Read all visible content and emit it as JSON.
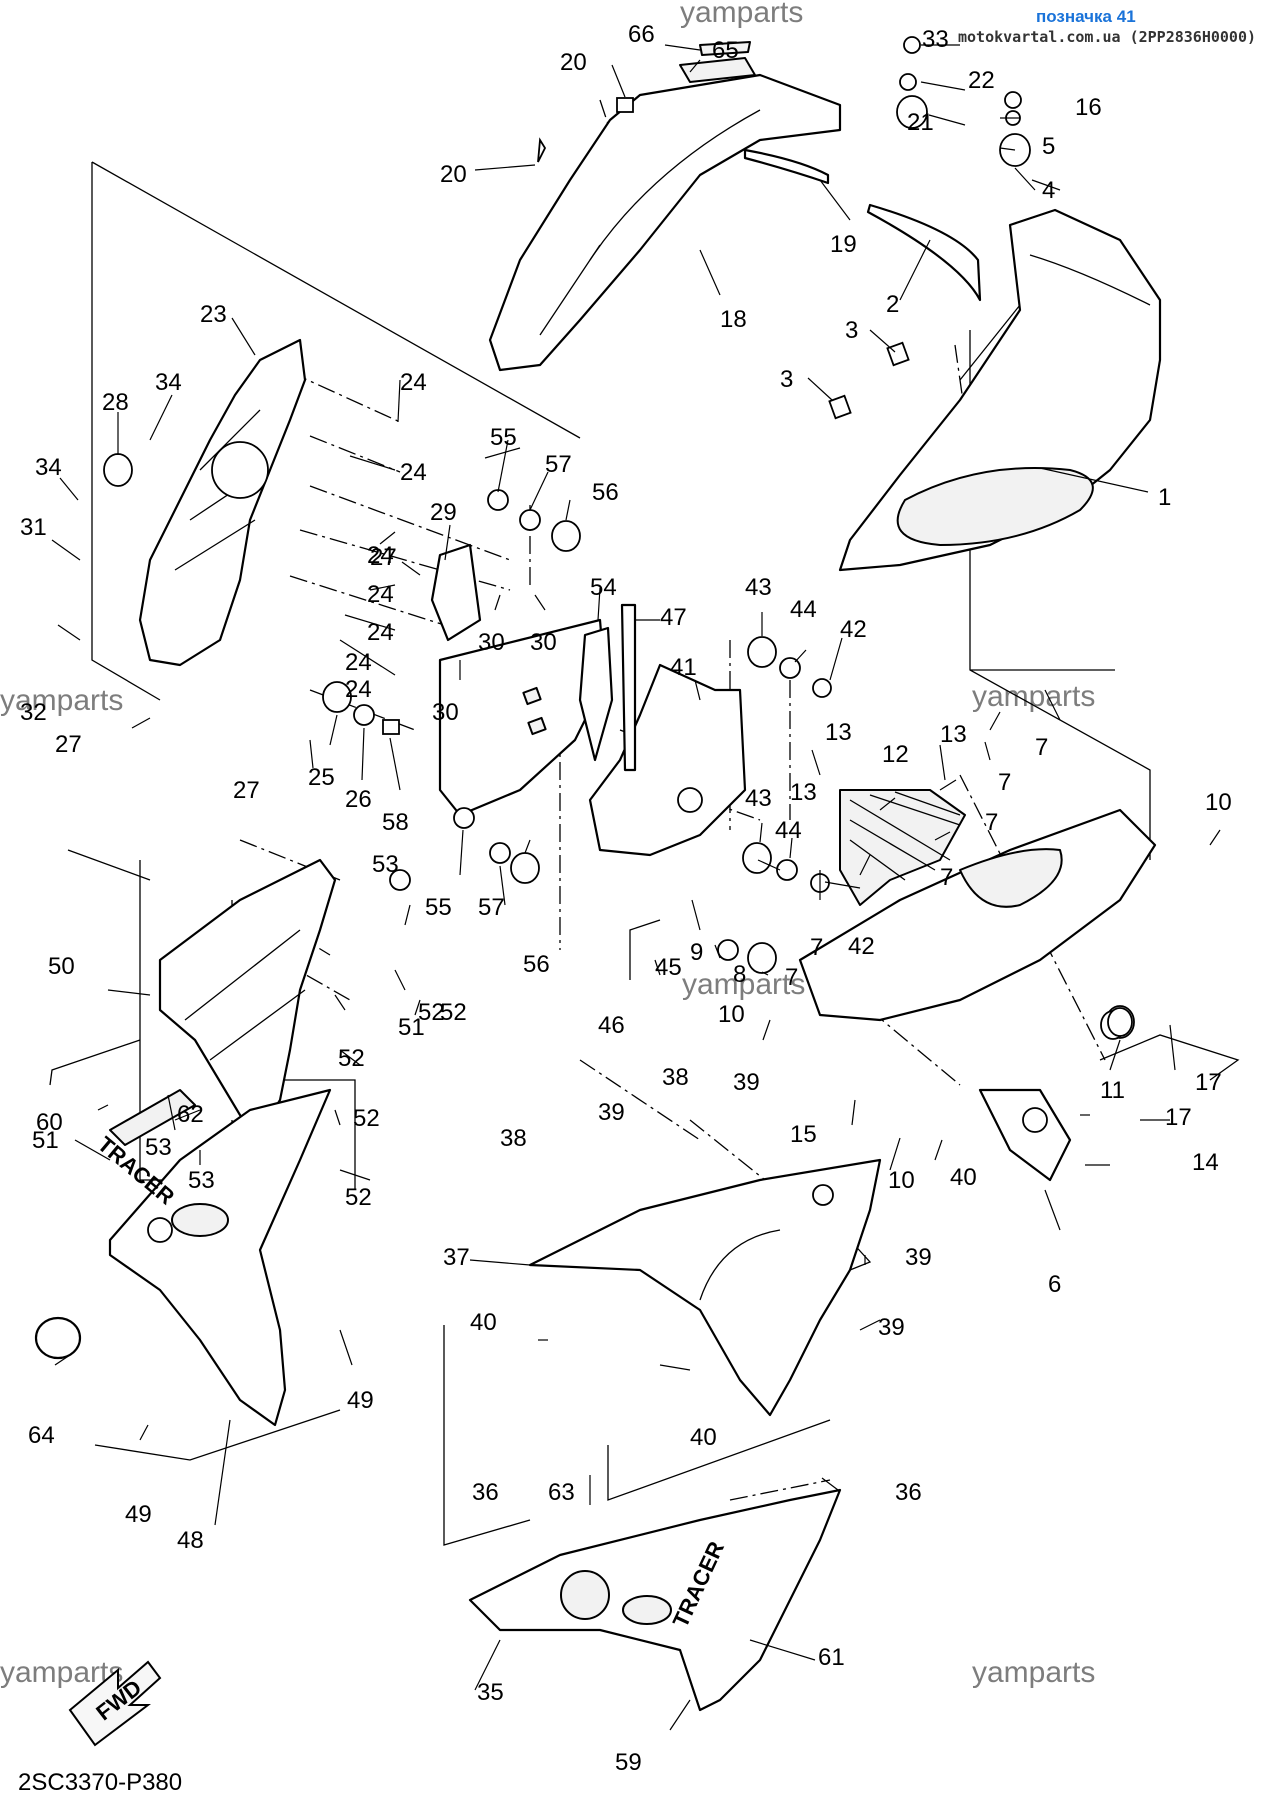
{
  "header": {
    "label": "позначка 41",
    "site": "motokvartal.com.ua (2PP2836H0000)"
  },
  "watermarks": [
    "yamparts",
    "yamparts",
    "yamparts",
    "yamparts",
    "yamparts",
    "yamparts"
  ],
  "diagram_code": "2SC3370-P380",
  "fwd_label": "FWD",
  "logo_text": [
    "TRACER",
    "TRACER"
  ],
  "callouts": [
    "1",
    "2",
    "3",
    "3",
    "4",
    "5",
    "6",
    "7",
    "7",
    "7",
    "7",
    "7",
    "7",
    "8",
    "9",
    "10",
    "10",
    "10",
    "11",
    "12",
    "13",
    "13",
    "13",
    "14",
    "15",
    "16",
    "17",
    "17",
    "18",
    "19",
    "20",
    "20",
    "21",
    "22",
    "23",
    "24",
    "24",
    "24",
    "24",
    "24",
    "24",
    "24",
    "25",
    "26",
    "27",
    "27",
    "27",
    "28",
    "29",
    "30",
    "30",
    "30",
    "31",
    "32",
    "33",
    "34",
    "34",
    "35",
    "36",
    "36",
    "37",
    "38",
    "38",
    "39",
    "39",
    "39",
    "39",
    "40",
    "40",
    "40",
    "41",
    "42",
    "42",
    "43",
    "43",
    "44",
    "44",
    "45",
    "46",
    "47",
    "48",
    "49",
    "49",
    "50",
    "51",
    "51",
    "52",
    "52",
    "52",
    "52",
    "52",
    "53",
    "53",
    "53",
    "54",
    "55",
    "55",
    "56",
    "56",
    "57",
    "57",
    "58",
    "59",
    "60",
    "61",
    "62",
    "63",
    "64",
    "65",
    "66"
  ]
}
